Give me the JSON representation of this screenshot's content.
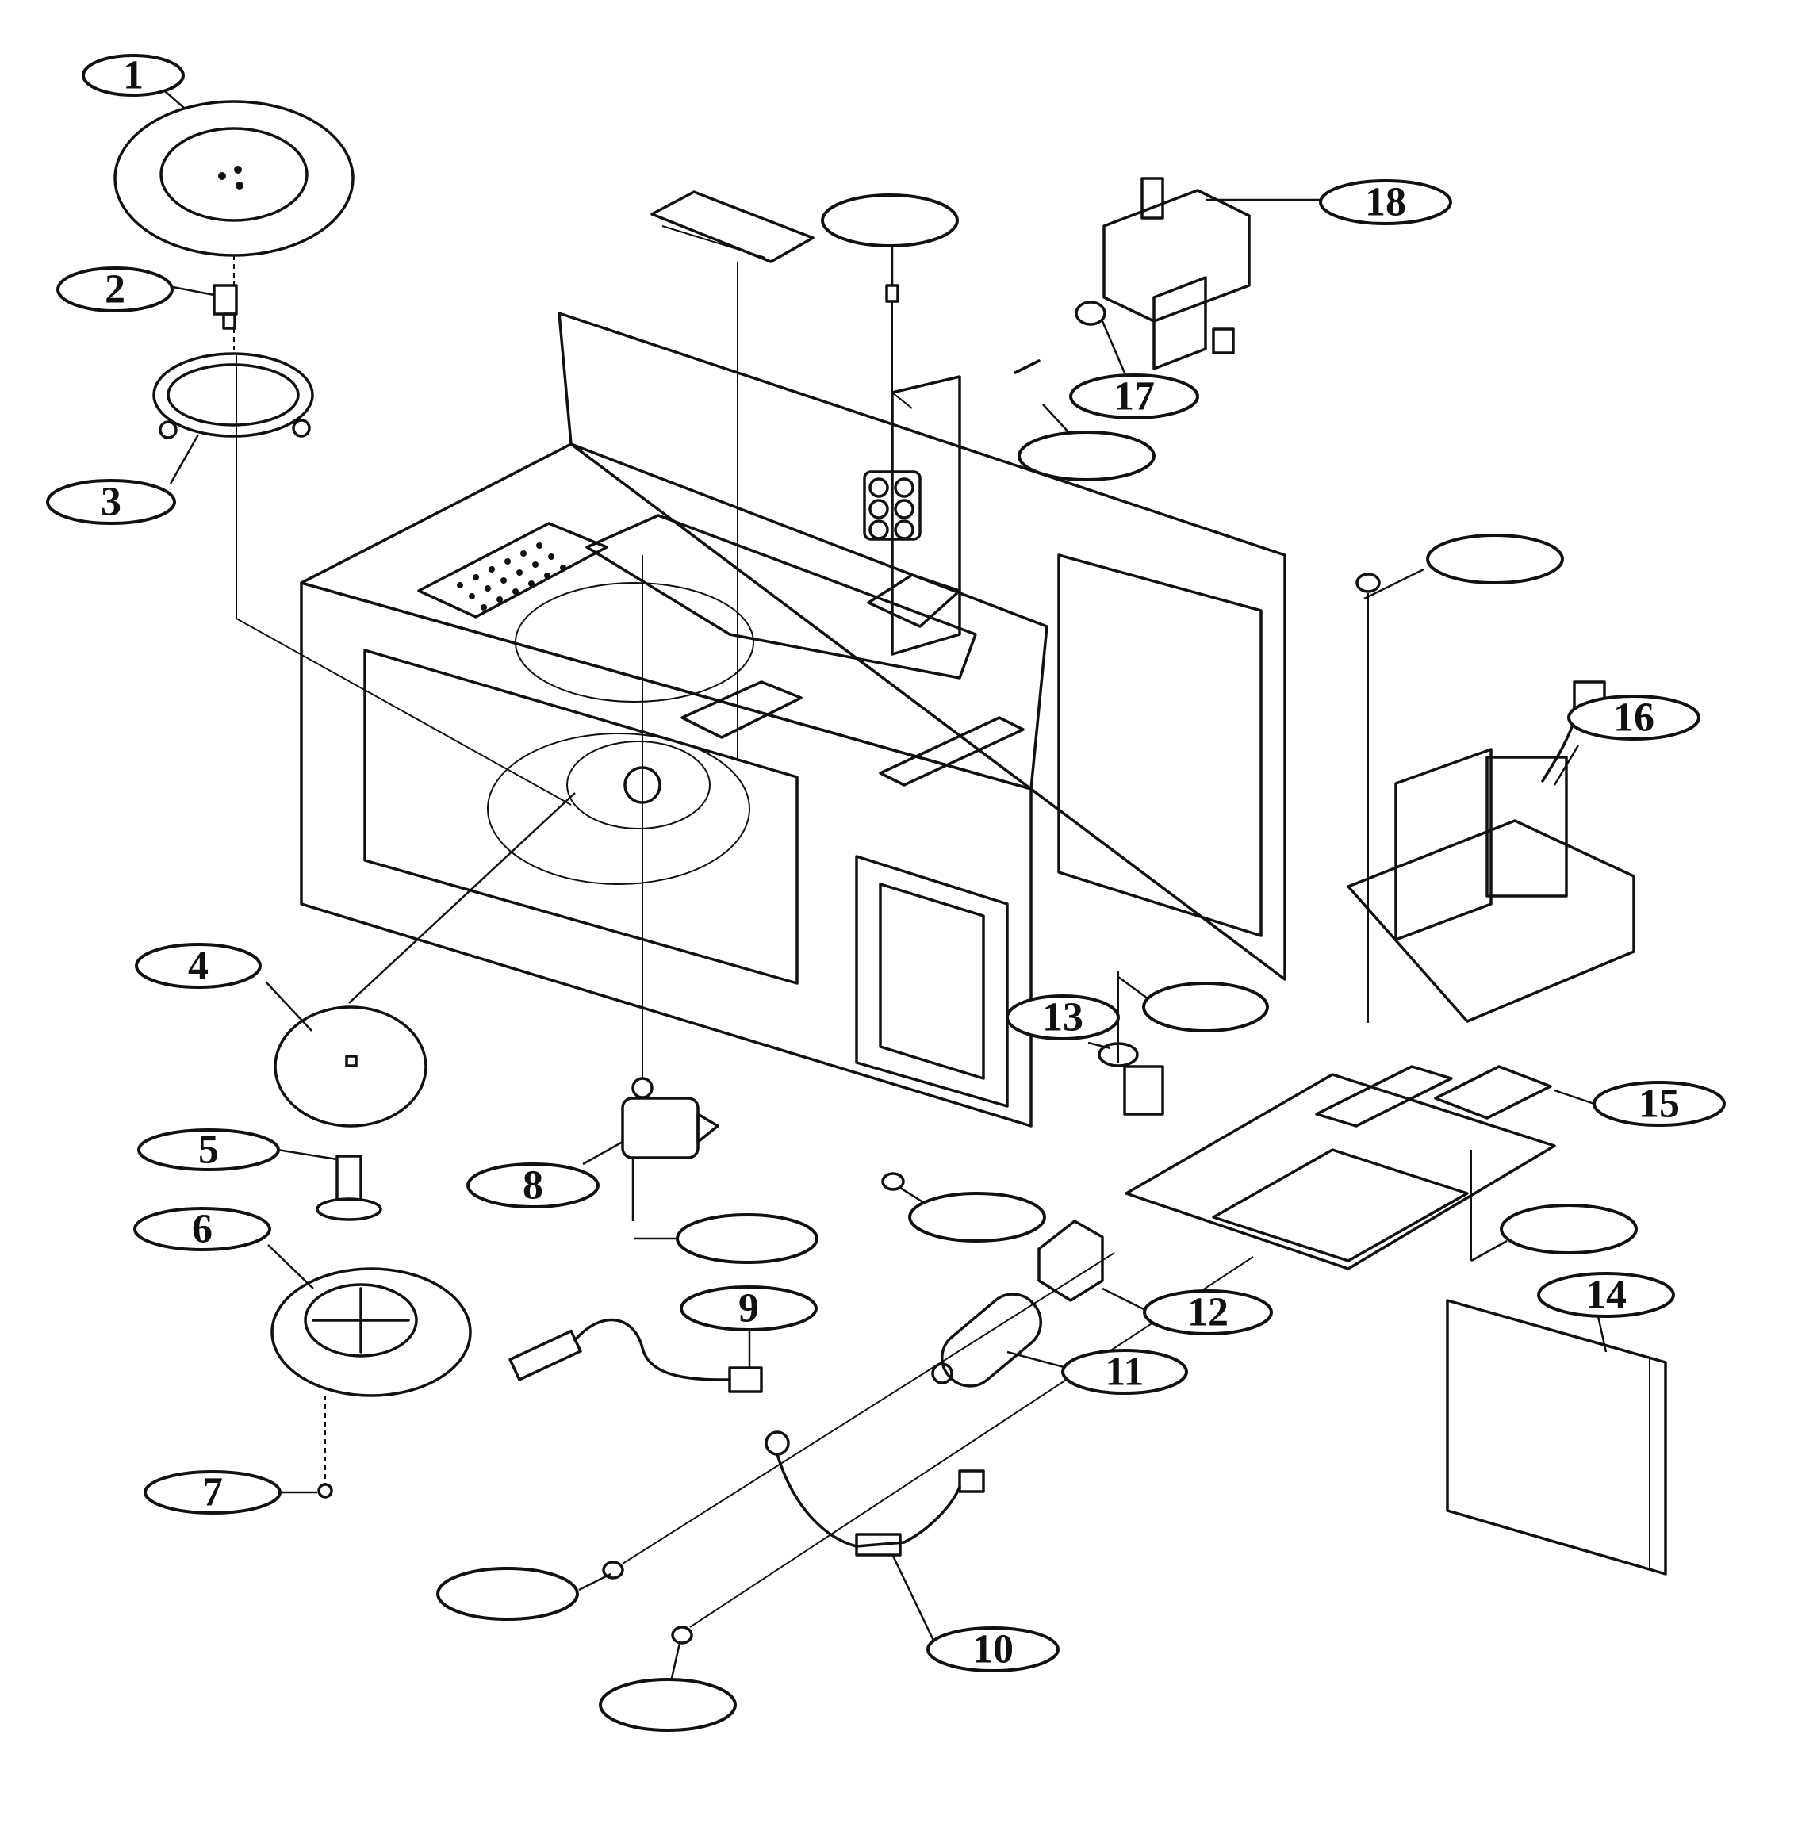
{
  "diagram": {
    "callouts": [
      {
        "id": "c1",
        "label": "1"
      },
      {
        "id": "c2",
        "label": "2"
      },
      {
        "id": "c3",
        "label": "3"
      },
      {
        "id": "c4",
        "label": "4"
      },
      {
        "id": "c5",
        "label": "5"
      },
      {
        "id": "c6",
        "label": "6"
      },
      {
        "id": "c7",
        "label": "7"
      },
      {
        "id": "c8",
        "label": "8"
      },
      {
        "id": "c9",
        "label": "9"
      },
      {
        "id": "c10",
        "label": "10"
      },
      {
        "id": "c11",
        "label": "11"
      },
      {
        "id": "c12",
        "label": "12"
      },
      {
        "id": "c13",
        "label": "13"
      },
      {
        "id": "c14",
        "label": "14"
      },
      {
        "id": "c15",
        "label": "15"
      },
      {
        "id": "c16",
        "label": "16"
      },
      {
        "id": "c17",
        "label": "17"
      },
      {
        "id": "c18",
        "label": "18"
      },
      {
        "id": "b1",
        "label": ""
      },
      {
        "id": "b2",
        "label": ""
      },
      {
        "id": "b3",
        "label": ""
      },
      {
        "id": "b4",
        "label": ""
      },
      {
        "id": "b5",
        "label": ""
      },
      {
        "id": "b6",
        "label": ""
      },
      {
        "id": "b7",
        "label": ""
      },
      {
        "id": "b8",
        "label": ""
      },
      {
        "id": "b9",
        "label": ""
      }
    ]
  }
}
